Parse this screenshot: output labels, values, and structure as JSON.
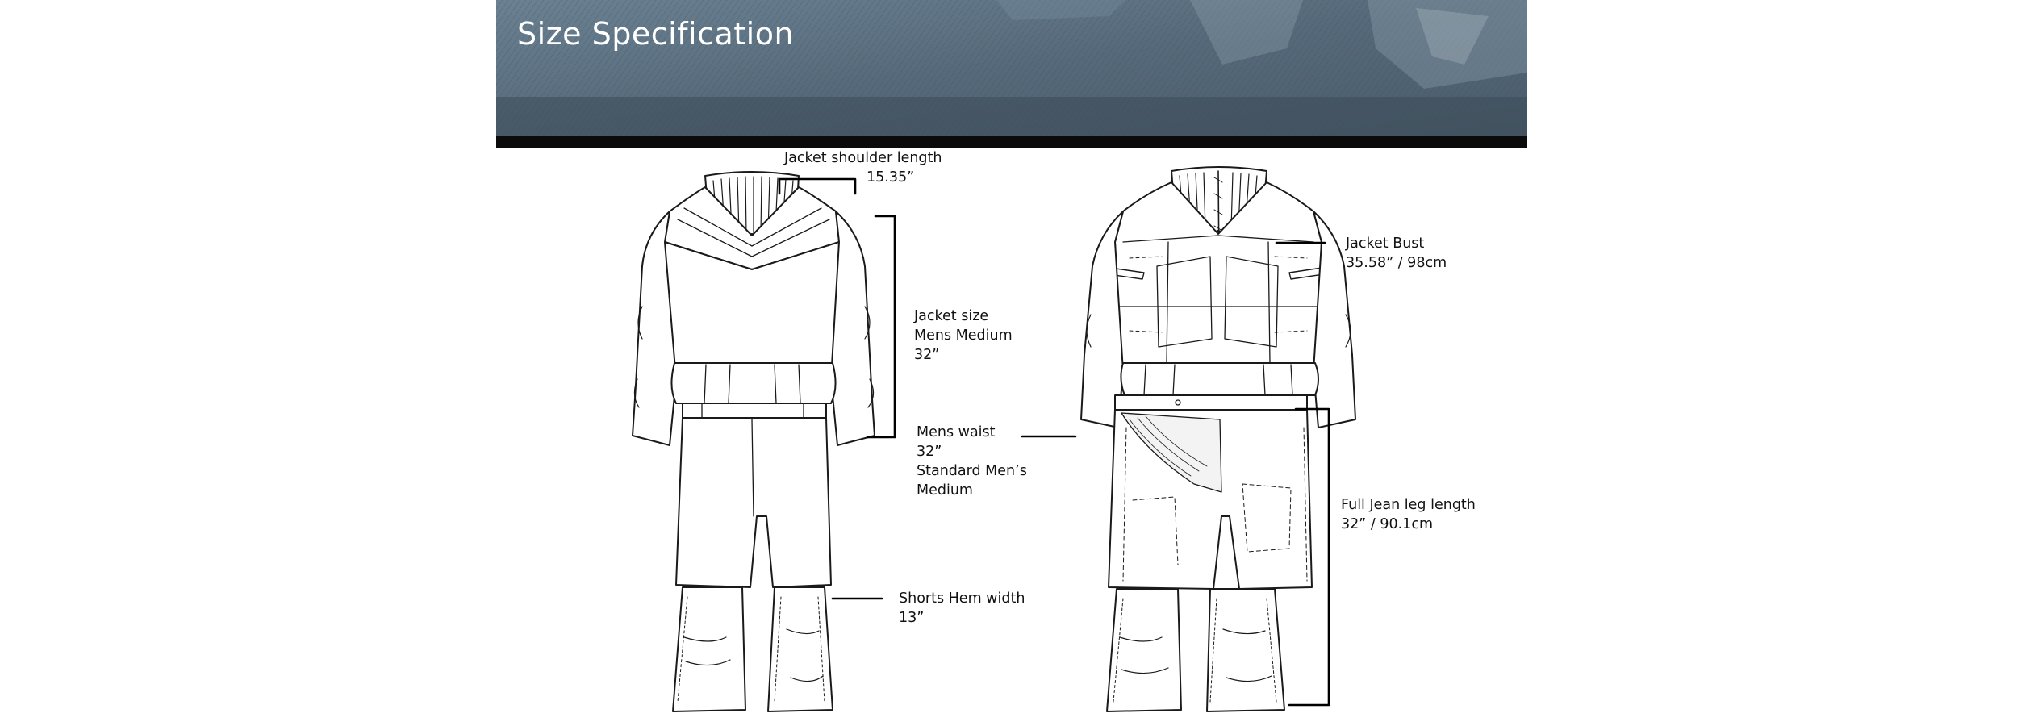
{
  "header": {
    "title": "Size Specification",
    "banner_color": "#5f7585",
    "bar_color": "#0b0b0b"
  },
  "annotations": {
    "shoulder": {
      "line1": "Jacket shoulder length",
      "line2": "15.35”"
    },
    "jacket_size": {
      "line1": "Jacket size",
      "line2": "Mens Medium",
      "line3": "32”"
    },
    "waist": {
      "line1": "Mens waist",
      "line2": "32”",
      "line3": "Standard Men’s",
      "line4": "Medium"
    },
    "shorts_hem": {
      "line1": "Shorts Hem width",
      "line2": "13”"
    },
    "bust": {
      "line1": "Jacket Bust",
      "line2": "35.58” / 98cm"
    },
    "leg_length": {
      "line1": "Full Jean leg length",
      "line2": "32” / 90.1cm"
    }
  },
  "figures": {
    "back_view": "garment-back-view",
    "front_view": "garment-front-view"
  }
}
